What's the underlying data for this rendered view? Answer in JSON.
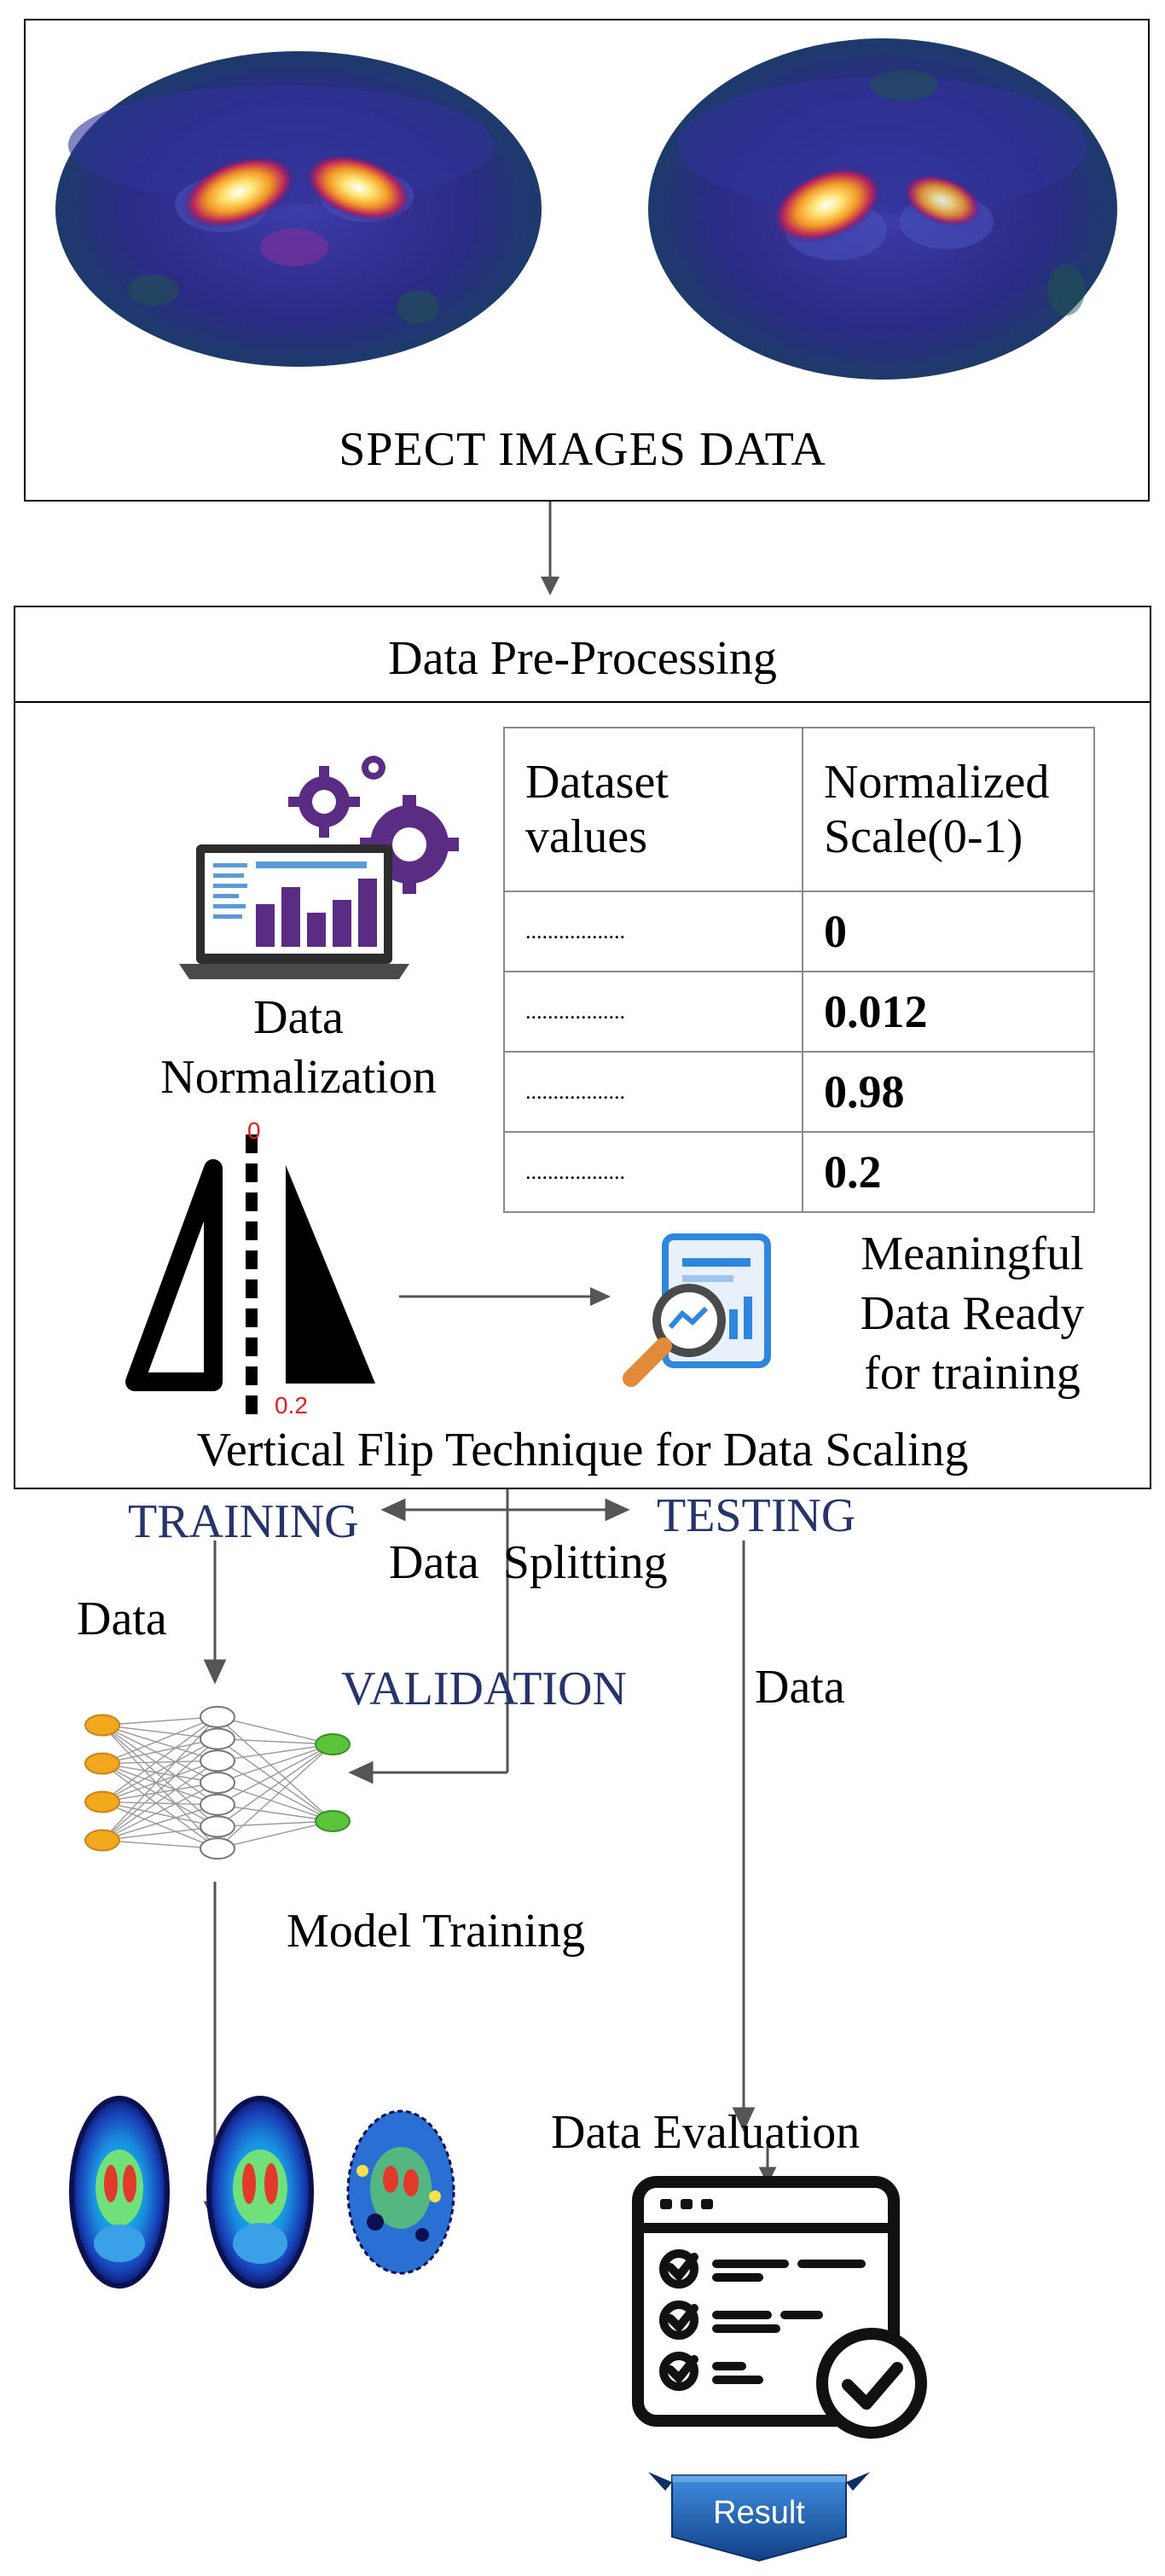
{
  "spect": {
    "caption": "SPECT IMAGES DATA"
  },
  "preprocessing": {
    "title": "Data Pre-Processing",
    "normalization_label_1": "Data",
    "normalization_label_2": "Normalization",
    "table": {
      "headers": [
        "Dataset\nvalues",
        "Normalized\nScale(0-1)"
      ],
      "header1_line1": "Dataset",
      "header1_line2": "values",
      "header2_line1": "Normalized",
      "header2_line2": "Scale(0-1)",
      "rows": [
        {
          "dataset": "..................",
          "normalized": "0"
        },
        {
          "dataset": "..................",
          "normalized": "0.012"
        },
        {
          "dataset": "..................",
          "normalized": "0.98"
        },
        {
          "dataset": "..................",
          "normalized": "0.2"
        }
      ]
    },
    "flip_top": "0",
    "flip_bottom": "0.2",
    "ready_line1": "Meaningful",
    "ready_line2": "Data Ready",
    "ready_line3": "for training",
    "flip_caption": "Vertical Flip Technique for Data Scaling"
  },
  "split": {
    "training": "TRAINING",
    "testing": "TESTING",
    "validation": "VALIDATION",
    "splitting": "Data  Splitting",
    "data_left": "Data",
    "data_right": "Data"
  },
  "model": {
    "label": "Model Training"
  },
  "evaluation": {
    "label": "Data Evaluation"
  },
  "result": {
    "label": "Result"
  },
  "colors": {
    "heading_blue": "#26346b",
    "chart_purple": "#5b2c83",
    "node_orange": "#f2a81d",
    "node_green": "#5cc43a",
    "result_blue": "#1f5fa8"
  }
}
